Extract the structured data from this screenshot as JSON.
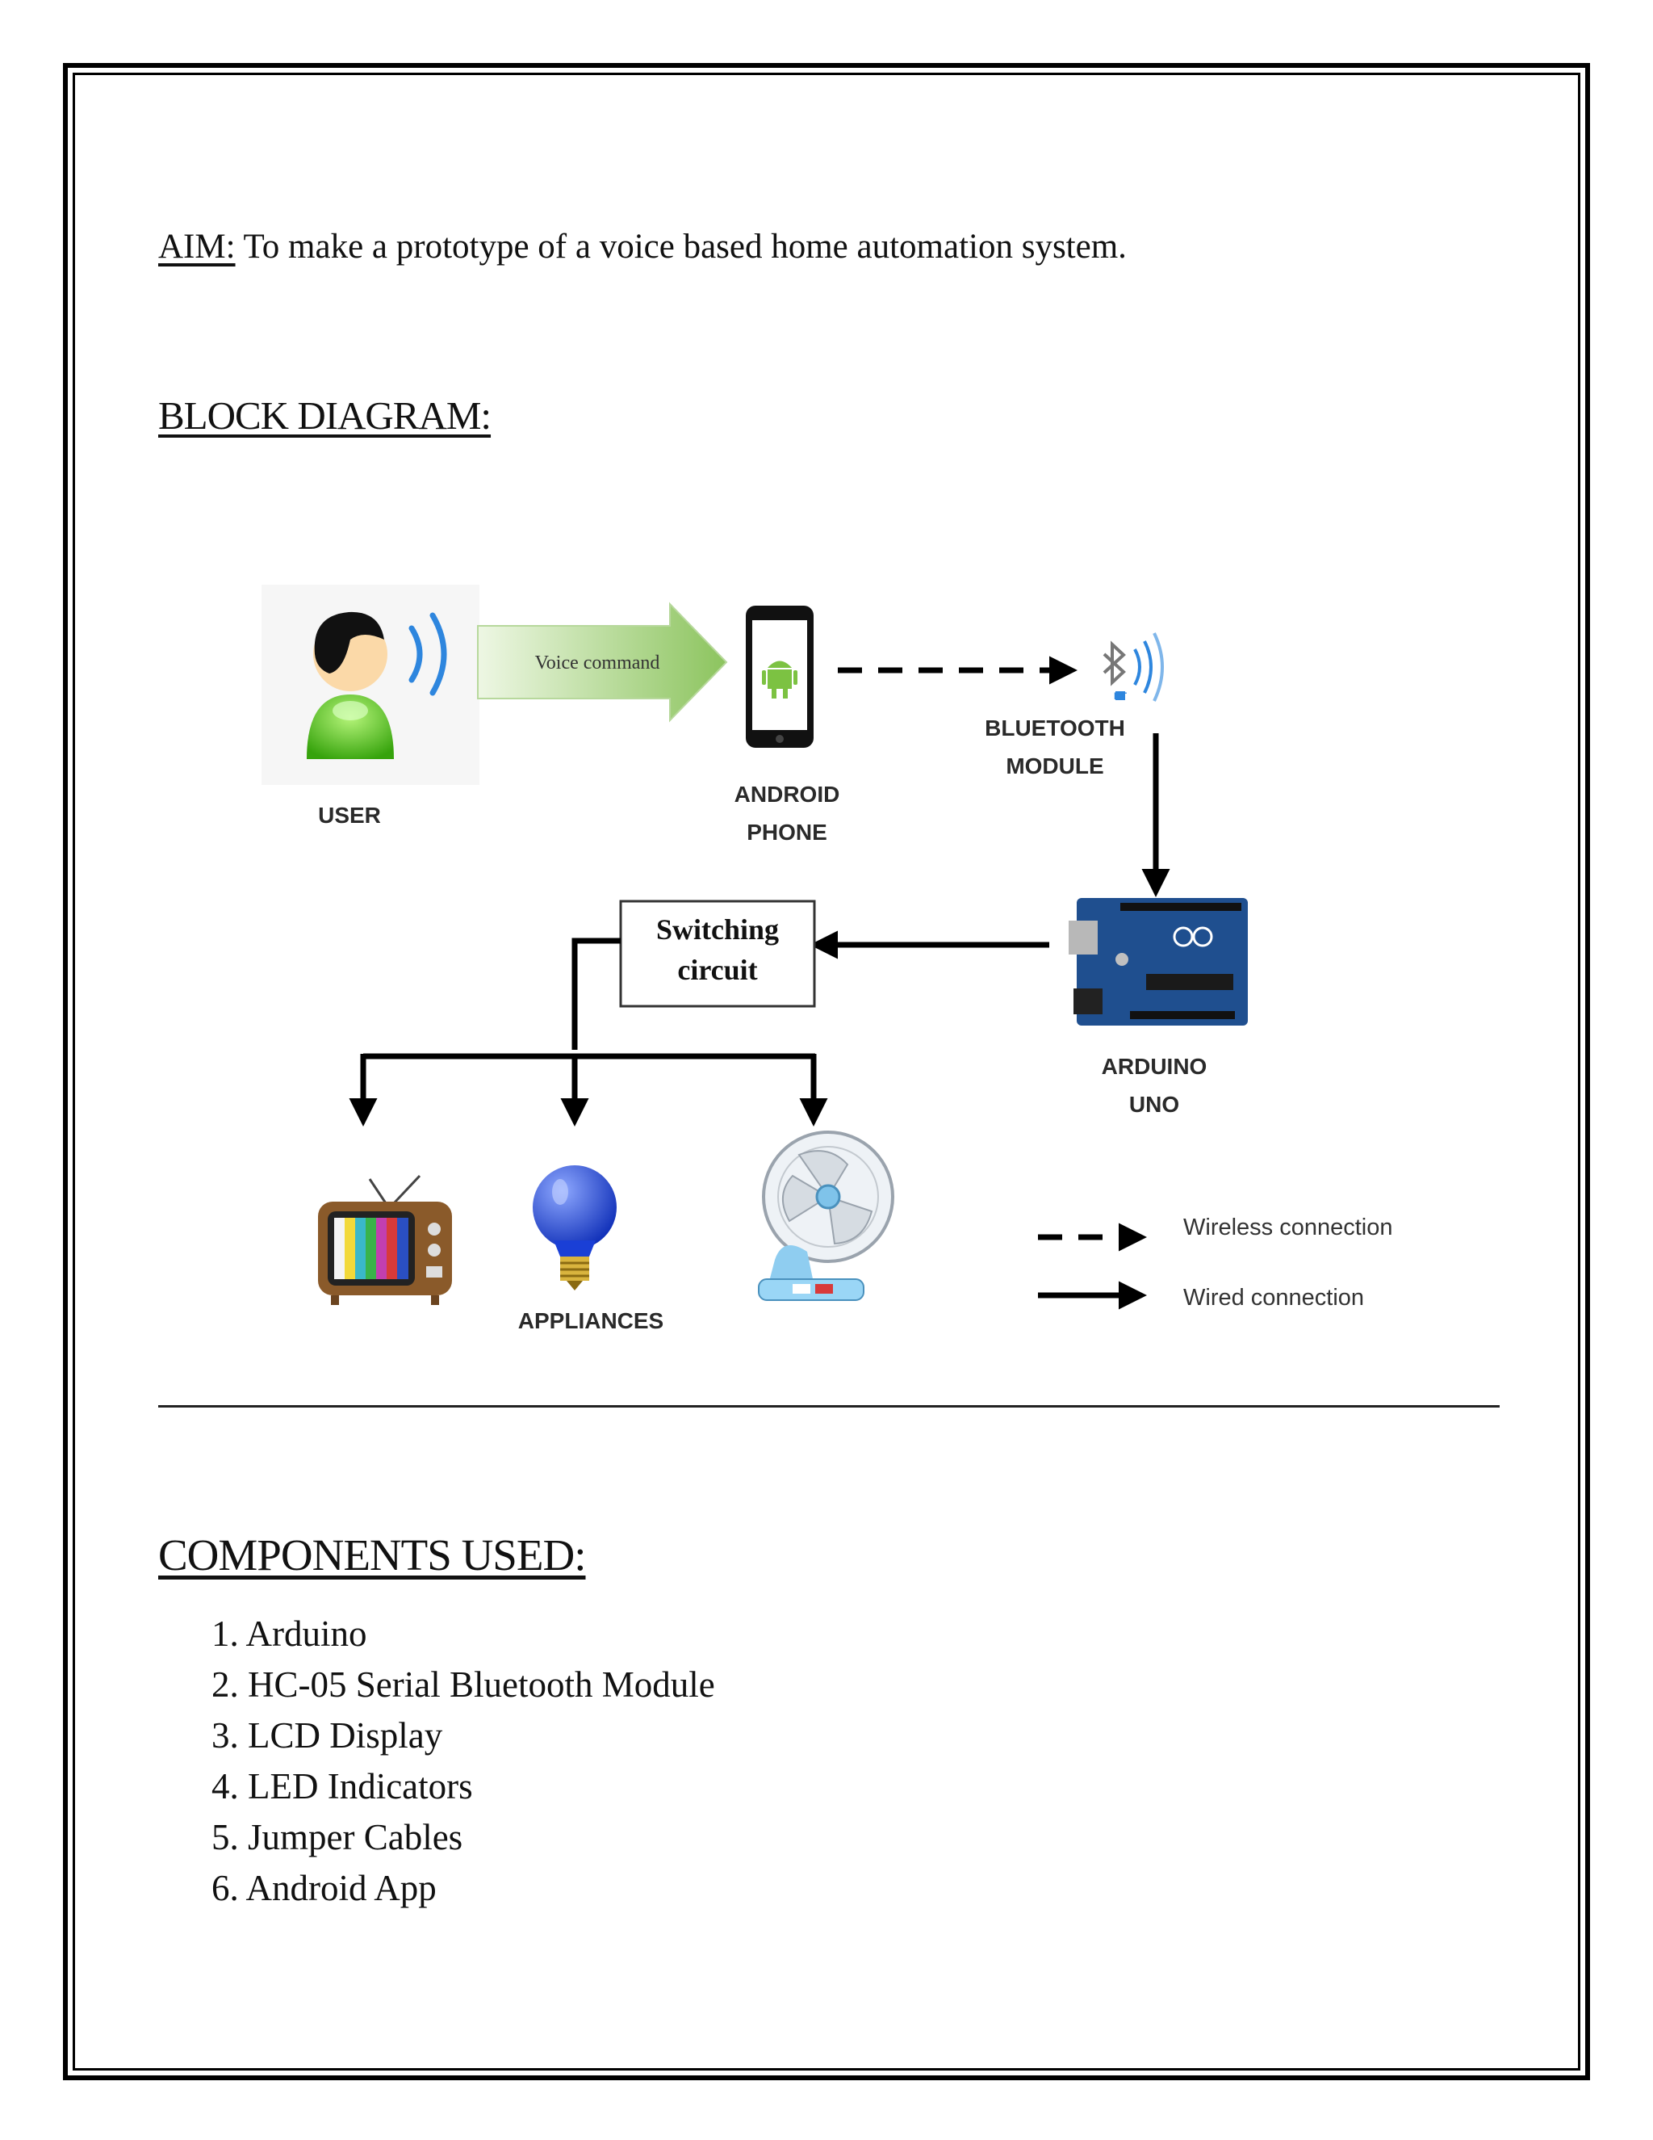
{
  "aim": {
    "label": "AIM:",
    "text": " To make a prototype of a voice based home automation system."
  },
  "block_diagram": {
    "heading": "BLOCK DIAGRAM:",
    "nodes": {
      "user": "USER",
      "voice_command": "Voice command",
      "android_line1": "ANDROID",
      "android_line2": "PHONE",
      "bluetooth_line1": "BLUETOOTH",
      "bluetooth_line2": "MODULE",
      "bt_logo_text": "BT",
      "arduino_line1": "ARDUINO",
      "arduino_line2": "UNO",
      "switching_line1": "Switching",
      "switching_line2": "circuit",
      "appliances": "APPLIANCES"
    },
    "legend": {
      "wireless": "Wireless connection",
      "wired": "Wired connection"
    },
    "colors": {
      "user_body": "#4cc21a",
      "android_green": "#7cc242",
      "arduino_blue": "#1f4f8f",
      "bulb_blue": "#1a3fd6",
      "bluetooth_blue": "#2e86de",
      "voice_arrow": "#9fcf7a"
    }
  },
  "components": {
    "heading": "COMPONENTS USED:",
    "items": [
      "1.  Arduino",
      "2.  HC-05 Serial Bluetooth Module",
      "3.  LCD Display",
      "4.  LED Indicators",
      "5.  Jumper Cables",
      "6.  Android App"
    ]
  }
}
